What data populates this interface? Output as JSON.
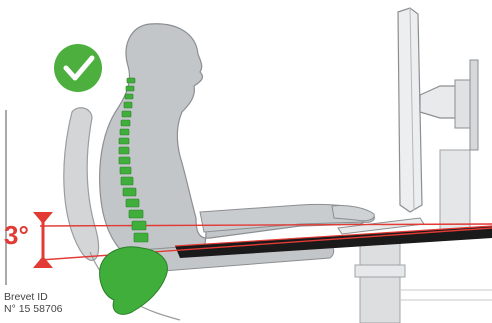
{
  "angle_label": "3°",
  "patent": {
    "line1": "Brevet ID",
    "line2": "N° 15 58706"
  },
  "colors": {
    "silhouette": "#c3c6c9",
    "outline": "#8c8f92",
    "spine": "#3fae3a",
    "check_badge": "#4caf3e",
    "angle_red": "#e23a35",
    "desk": "#1a1a1a"
  },
  "icons": {
    "badge": "checkmark-icon"
  }
}
